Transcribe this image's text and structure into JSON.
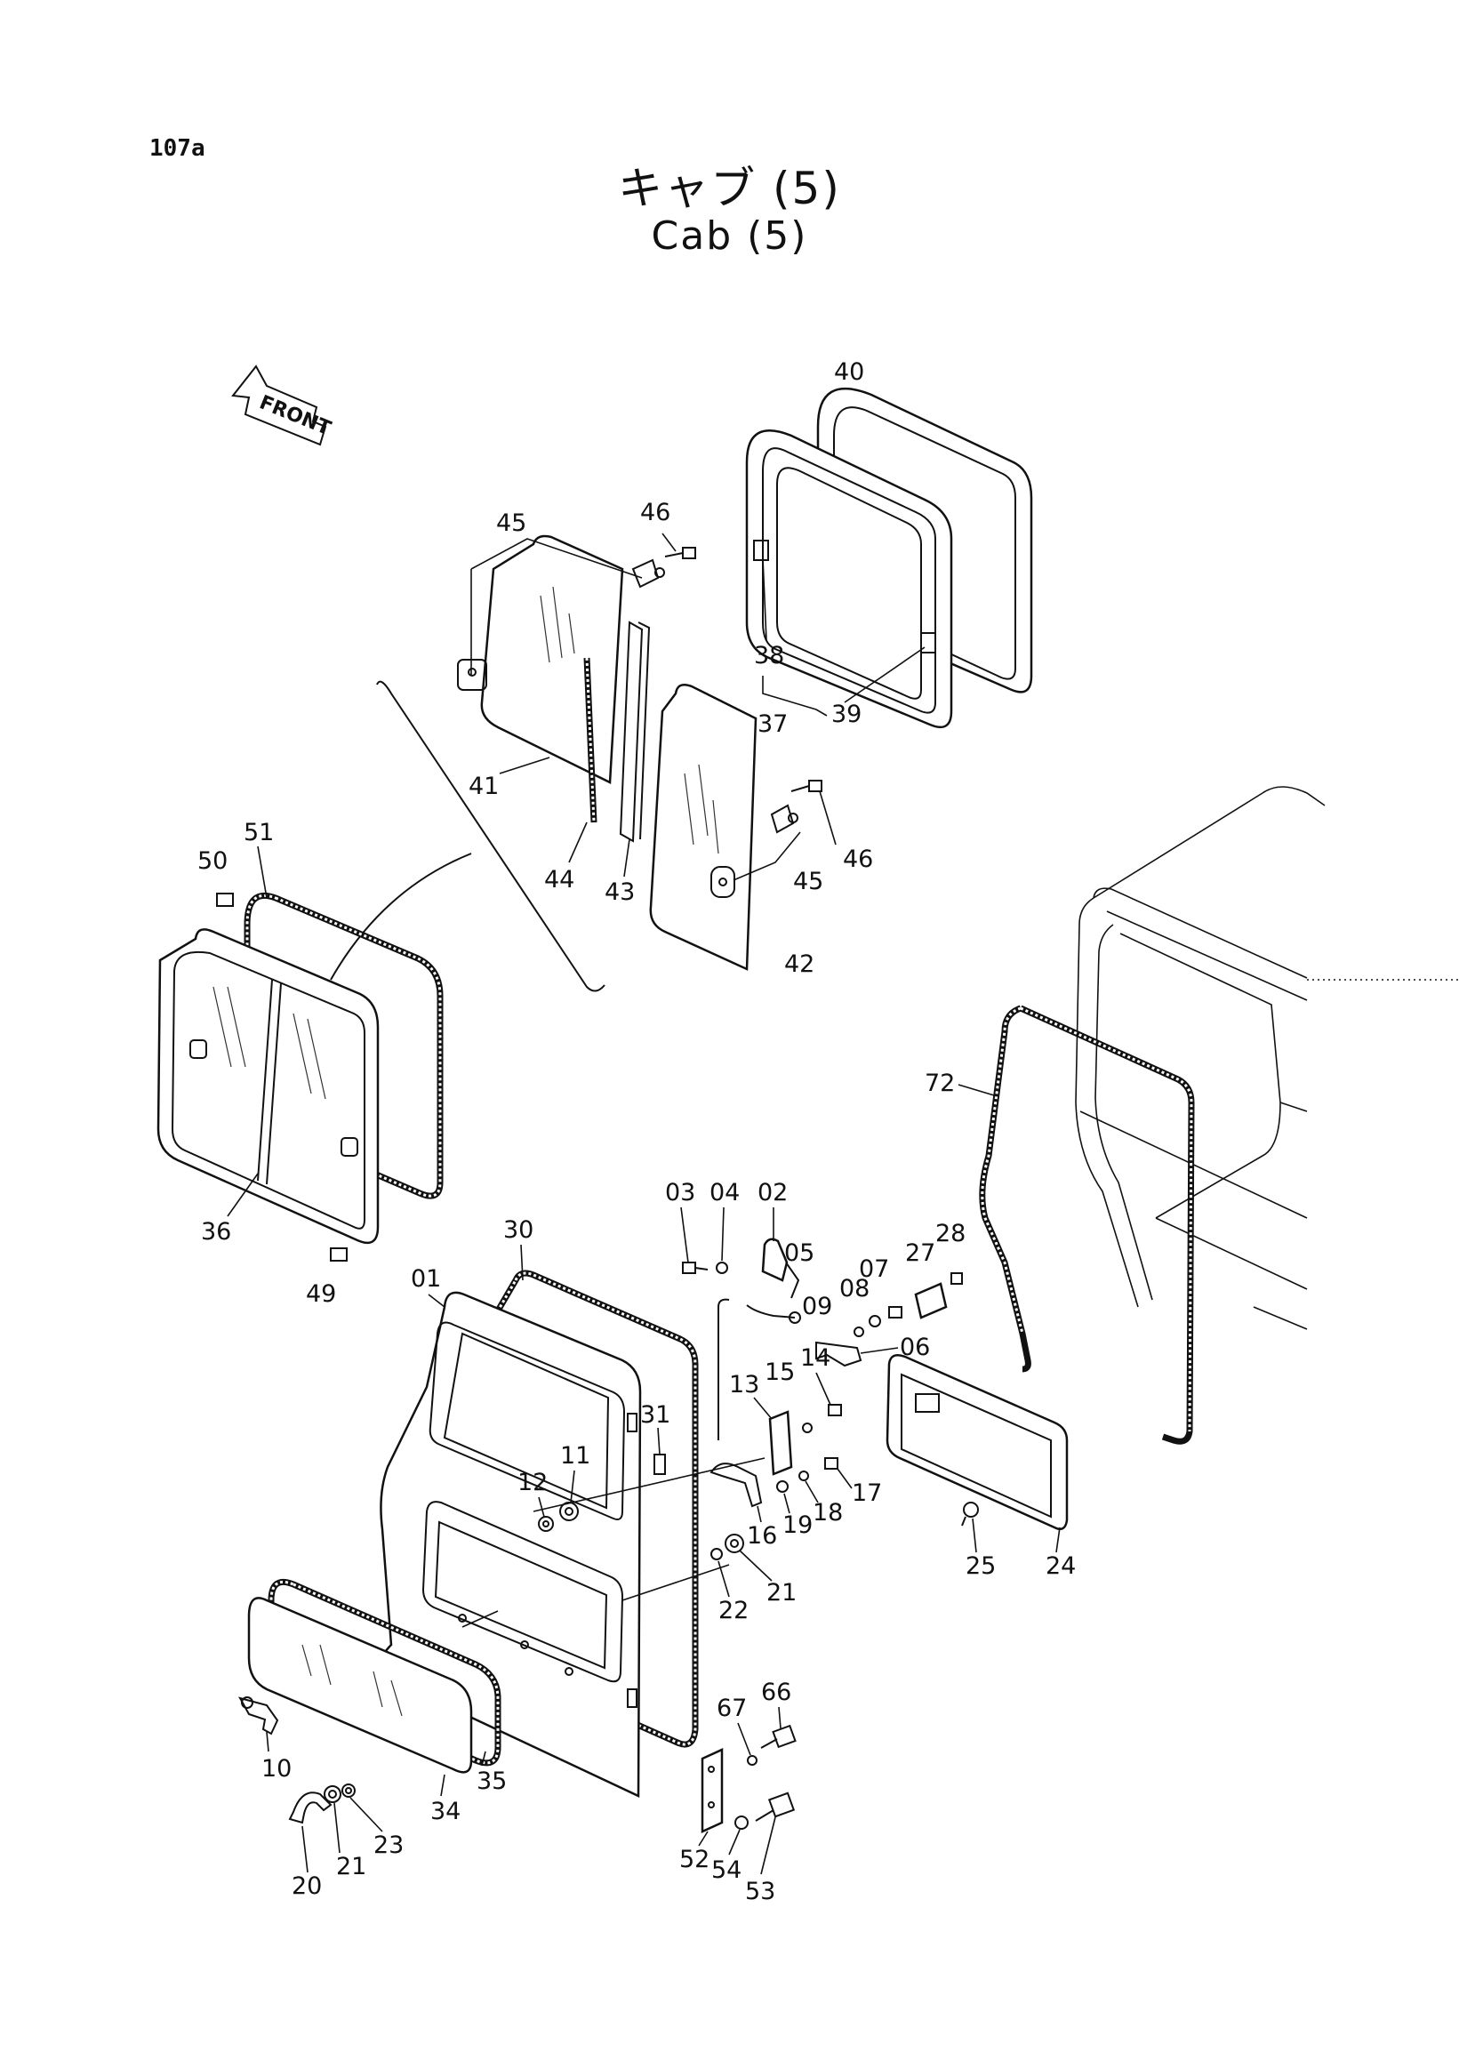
{
  "page_number": "107a",
  "title_ja": "キャブ (5)",
  "title_en": "Cab (5)",
  "front_arrow_label": "FRONT",
  "callouts": [
    {
      "id": "c40",
      "label": "40"
    },
    {
      "id": "c45a",
      "label": "45"
    },
    {
      "id": "c46a",
      "label": "46"
    },
    {
      "id": "c38",
      "label": "38"
    },
    {
      "id": "c37",
      "label": "37"
    },
    {
      "id": "c39",
      "label": "39"
    },
    {
      "id": "c41",
      "label": "41"
    },
    {
      "id": "c44",
      "label": "44"
    },
    {
      "id": "c43",
      "label": "43"
    },
    {
      "id": "c42",
      "label": "42"
    },
    {
      "id": "c45b",
      "label": "45"
    },
    {
      "id": "c46b",
      "label": "46"
    },
    {
      "id": "c51",
      "label": "51"
    },
    {
      "id": "c50",
      "label": "50"
    },
    {
      "id": "c36",
      "label": "36"
    },
    {
      "id": "c49",
      "label": "49"
    },
    {
      "id": "c72",
      "label": "72"
    },
    {
      "id": "c30",
      "label": "30"
    },
    {
      "id": "c01",
      "label": "01"
    },
    {
      "id": "c03",
      "label": "03"
    },
    {
      "id": "c04",
      "label": "04"
    },
    {
      "id": "c02",
      "label": "02"
    },
    {
      "id": "c05",
      "label": "05"
    },
    {
      "id": "c27",
      "label": "27"
    },
    {
      "id": "c28",
      "label": "28"
    },
    {
      "id": "c07",
      "label": "07"
    },
    {
      "id": "c08",
      "label": "08"
    },
    {
      "id": "c09",
      "label": "09"
    },
    {
      "id": "c06",
      "label": "06"
    },
    {
      "id": "c31",
      "label": "31"
    },
    {
      "id": "c11",
      "label": "11"
    },
    {
      "id": "c12",
      "label": "12"
    },
    {
      "id": "c13",
      "label": "13"
    },
    {
      "id": "c15",
      "label": "15"
    },
    {
      "id": "c14",
      "label": "14"
    },
    {
      "id": "c17",
      "label": "17"
    },
    {
      "id": "c18",
      "label": "18"
    },
    {
      "id": "c19",
      "label": "19"
    },
    {
      "id": "c16",
      "label": "16"
    },
    {
      "id": "c21a",
      "label": "21"
    },
    {
      "id": "c22",
      "label": "22"
    },
    {
      "id": "c25",
      "label": "25"
    },
    {
      "id": "c24",
      "label": "24"
    },
    {
      "id": "c67",
      "label": "67"
    },
    {
      "id": "c66",
      "label": "66"
    },
    {
      "id": "c10",
      "label": "10"
    },
    {
      "id": "c34",
      "label": "34"
    },
    {
      "id": "c35",
      "label": "35"
    },
    {
      "id": "c23",
      "label": "23"
    },
    {
      "id": "c21b",
      "label": "21"
    },
    {
      "id": "c20",
      "label": "20"
    },
    {
      "id": "c52",
      "label": "52"
    },
    {
      "id": "c54",
      "label": "54"
    },
    {
      "id": "c53",
      "label": "53"
    }
  ]
}
